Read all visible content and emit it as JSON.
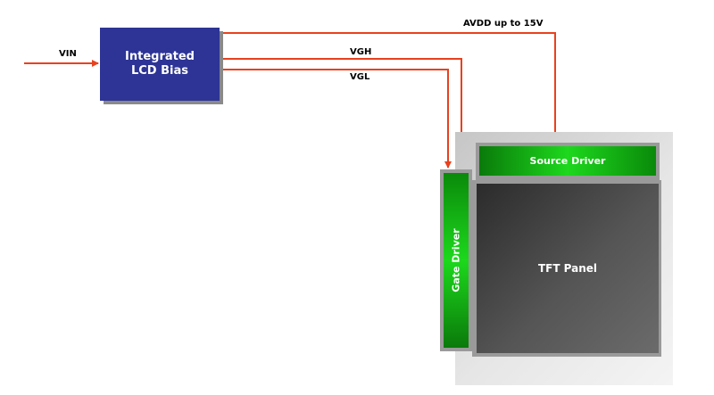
{
  "bias_block": {
    "line1": "Integrated",
    "line2": "LCD Bias"
  },
  "signals": {
    "vin": "VIN",
    "avdd": "AVDD up to 15V",
    "vgh": "VGH",
    "vgl": "VGL"
  },
  "source_driver": "Source Driver",
  "gate_driver": "Gate Driver",
  "tft_panel": "TFT Panel",
  "colors": {
    "bias_block": "#2d3496",
    "signal_line": "#e8411e",
    "driver_green": "#1dd81d",
    "panel_dark": "#3a3a3a"
  }
}
